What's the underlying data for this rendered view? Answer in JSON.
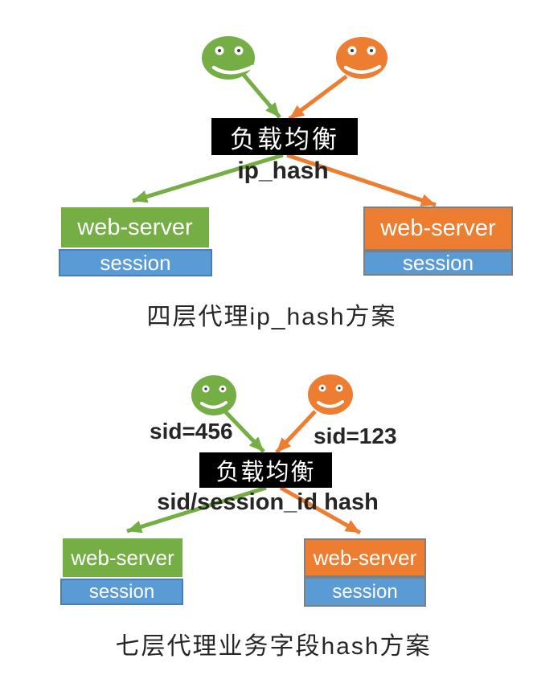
{
  "page": {
    "background": "#ffffff"
  },
  "colors": {
    "green": "#74AE45",
    "orange": "#ED7D31",
    "blue": "#5B9BD5",
    "black_box": "#000000",
    "white_text": "#ffffff",
    "dark_text": "#262626",
    "gray_border": "#7F7F7F",
    "blue_border": "#4A7EBB"
  },
  "icons": {
    "client_left": "smiley-face-icon",
    "client_right": "smiley-face-icon"
  },
  "diagram1": {
    "load_balancer_label": "负载均衡",
    "hash_method_label": "ip_hash",
    "caption": "四层代理ip_hash方案",
    "left_server": {
      "name": "web-server",
      "session_label": "session"
    },
    "right_server": {
      "name": "web-server",
      "session_label": "session"
    }
  },
  "diagram2": {
    "left_client_request": "sid=456",
    "right_client_request": "sid=123",
    "load_balancer_label": "负载均衡",
    "hash_method_label": "sid/session_id hash",
    "caption": "七层代理业务字段hash方案",
    "left_server": {
      "name": "web-server",
      "session_label": "session"
    },
    "right_server": {
      "name": "web-server",
      "session_label": "session"
    }
  }
}
